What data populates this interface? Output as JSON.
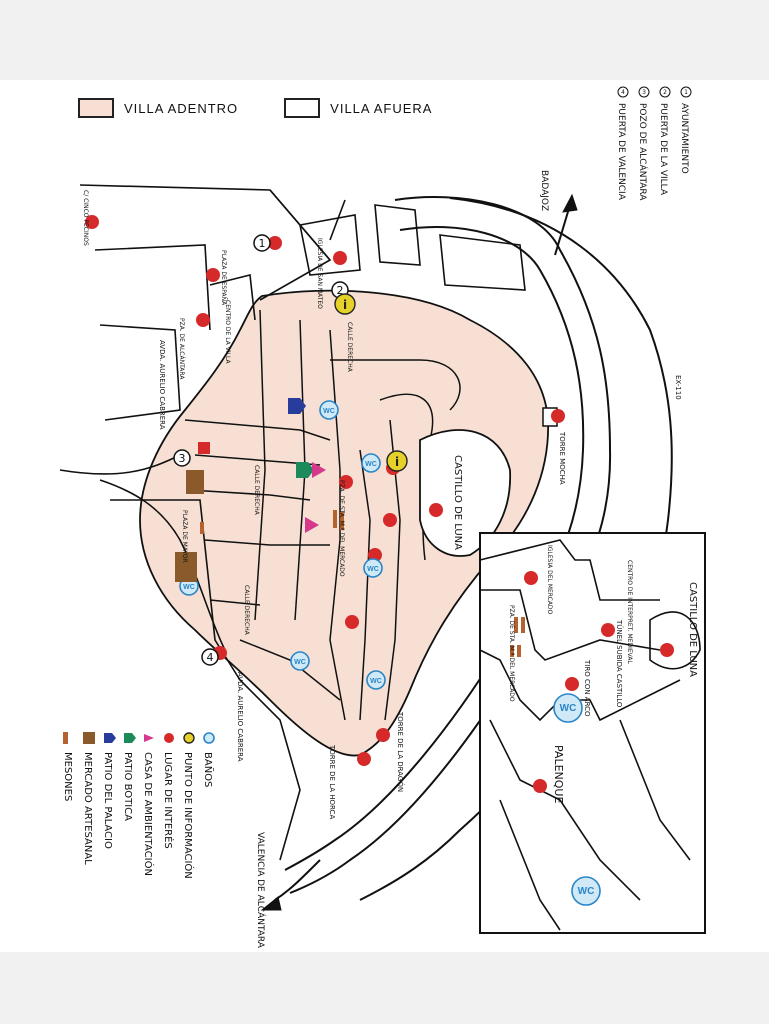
{
  "legend_areas": {
    "villa_adentro": "VILLA ADENTRO",
    "villa_afuera": "VILLA AFUERA"
  },
  "numbered_sites": [
    {
      "num": "1",
      "label": "AYUNTAMIENTO"
    },
    {
      "num": "2",
      "label": "PUERTA DE LA VILLA"
    },
    {
      "num": "3",
      "label": "POZO DE ALCÁNTARA"
    },
    {
      "num": "4",
      "label": "PUERTA DE VALENCIA"
    }
  ],
  "symbol_legend": {
    "banos": "BAÑOS",
    "punto_info": "PUNTO DE INFORMACIÓN",
    "lugar_interes": "LUGAR DE INTERÉS",
    "casa_ambientacion": "CASA DE AMBIENTACIÓN",
    "patio_botica": "PATIO BOTICA",
    "patio_palacio": "PATIO DEL PALACIO",
    "mercado": "MERCADO ARTESANAL",
    "mesones": "MESONES"
  },
  "map_labels": {
    "badajoz": "BADAJOZ",
    "ex110": "EX-110",
    "valencia": "VALENCIA DE ALCÁNTARA",
    "castillo": "CASTILLO DE LUNA",
    "torre_mocha": "TORRE MOCHA",
    "torre_dragon": "TORRE DE LA DRAGÓN",
    "torre_horca": "TORRE DE LA HORCA",
    "calle_derecha_1": "CALLE DERECHA",
    "calle_derecha_2": "CALLE DERECHA",
    "calle_derecha_3": "CALLE DERECHA",
    "plaza_mayor": "PLAZA DE MAYOR",
    "plaza_mercado": "PZA. DE STA. M.ª DEL MERCADO",
    "avda_top": "AVDA. AURELIO CABRERA",
    "avda_bottom": "AVDA. AURELIO CABRERA",
    "centro_villa": "CENTRO DE LA VILLA",
    "plaza_espana": "PLAZA DE ESPAÑA",
    "iglesia_san_mateo": "IGLESIA DE SAN MATEO",
    "plaza_top": "PZA. DE ALCÁNTARA",
    "cinco_pecinos": "C/ CINCO PECINOS"
  },
  "inset_labels": {
    "castillo": "CASTILLO DE LUNA",
    "centro_interp": "CENTRO DE INTERPRET. MEDIEVAL",
    "iglesia_mercado": "IGLESIA DEL MERCADO",
    "plaza_mercado": "PZA. DE STA. M.ª DEL MERCADO",
    "tunel": "TÚNEL SUBIDA CASTILLO",
    "tiro": "TIRO CON ARCO",
    "palenque": "PALENQUE"
  },
  "wc_text": "WC",
  "info_glyph": "i",
  "colors": {
    "villa_adentro": "#f7e0d3",
    "poi": "#d62a2a",
    "info": "#e6d12a",
    "wc": "#2a86c8",
    "botica": "#1c8a5a",
    "palacio": "#283c9c",
    "casa": "#d6388c",
    "mercado": "#8a5a2a",
    "meson": "#b5632e"
  }
}
